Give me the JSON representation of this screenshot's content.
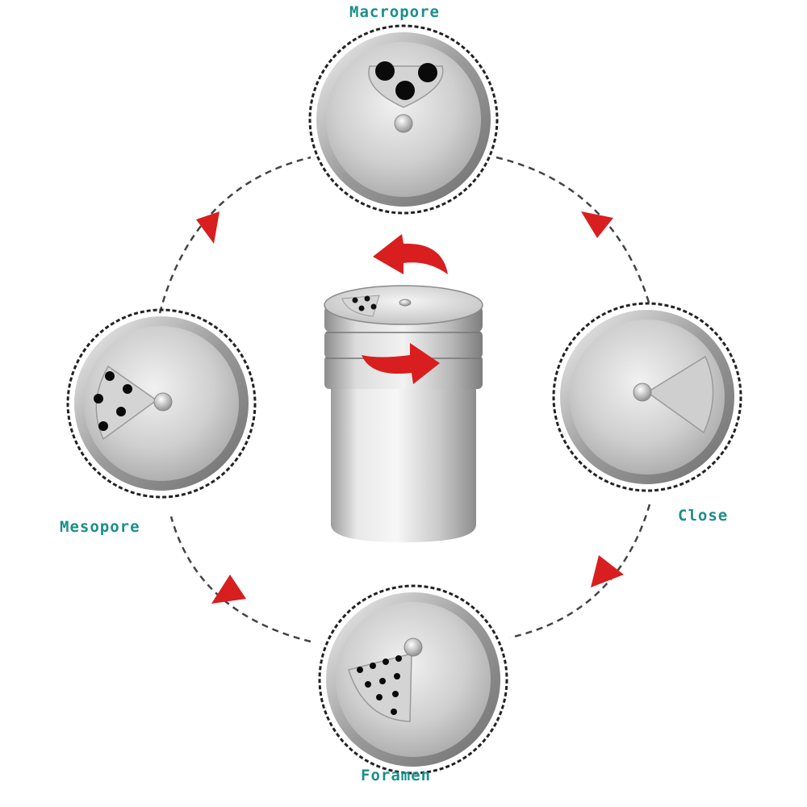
{
  "labels": {
    "macropore": "Macropore",
    "close": "Close",
    "mesopore": "Mesopore",
    "foramen": "Foramen"
  },
  "colors": {
    "label_text": "#1a8f8a",
    "arrow_red": "#d81e1e",
    "dashed_line": "#444444",
    "steel_light": "#e6e6e6",
    "steel_mid": "#bdbdbd",
    "steel_dark": "#8a8a8a",
    "hole": "#0a0a0a"
  },
  "icons": {
    "cycle_arrows": "red-triangle-arrow-icon",
    "rotate_arrows": "red-curved-arrow-icon"
  }
}
